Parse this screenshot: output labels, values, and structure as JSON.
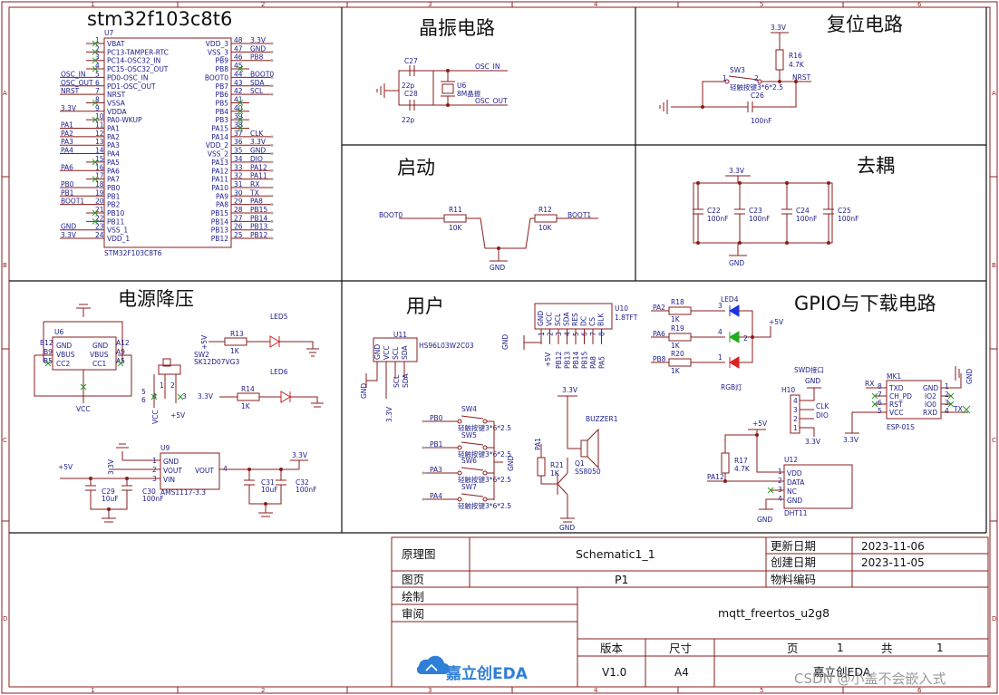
{
  "sections": {
    "mcu": "stm32f103c8t6",
    "crystal": "晶振电路",
    "reset": "复位电路",
    "boot": "启动",
    "decoupling": "去耦",
    "power": "电源降压",
    "user": "用户",
    "gpio": "GPIO与下载电路"
  },
  "mcu": {
    "ref": "U7",
    "part": "STM32F103C8T6",
    "left_pins": [
      "VBAT",
      "PC13-TAMPER-RTC",
      "PC14-OSC32_IN",
      "PC15-OSC32_OUT",
      "PD0-OSC_IN",
      "PD1-OSC_OUT",
      "NRST",
      "VSSA",
      "VDDA",
      "PA0-WKUP",
      "PA1",
      "PA2",
      "PA3",
      "PA4",
      "PA5",
      "PA6",
      "PA7",
      "PB0",
      "PB1",
      "PB2",
      "PB10",
      "PB11",
      "VSS_1",
      "VDD_1"
    ],
    "left_nums": [
      "1",
      "2",
      "3",
      "4",
      "5",
      "6",
      "7",
      "8",
      "9",
      "10",
      "11",
      "12",
      "13",
      "14",
      "15",
      "16",
      "17",
      "18",
      "19",
      "20",
      "21",
      "22",
      "23",
      "24"
    ],
    "left_nets": [
      "",
      "",
      "",
      "",
      "OSC_IN",
      "OSC_OUT",
      "NRST",
      "",
      "3.3V",
      "",
      "PA1",
      "PA2",
      "PA3",
      "PA4",
      "",
      "PA6",
      "",
      "PB0",
      "PB1",
      "BOOT1",
      "",
      "",
      "GND",
      "3.3V"
    ],
    "right_pins": [
      "VDD_3",
      "VSS_3",
      "PB9",
      "PB8",
      "BOOT0",
      "PB7",
      "PB6",
      "PB5",
      "PB4",
      "PB3",
      "PA15",
      "PA14",
      "VDD_2",
      "VSS_2",
      "PA13",
      "PA12",
      "PA11",
      "PA10",
      "PA9",
      "PA8",
      "PB15",
      "PB14",
      "PB13",
      "PB12"
    ],
    "right_nums": [
      "48",
      "47",
      "46",
      "45",
      "44",
      "43",
      "42",
      "41",
      "40",
      "39",
      "38",
      "37",
      "36",
      "35",
      "34",
      "33",
      "32",
      "31",
      "30",
      "29",
      "28",
      "27",
      "26",
      "25"
    ],
    "right_nets": [
      "3.3V",
      "GND",
      "PB8",
      "",
      "BOOT0",
      "SDA",
      "SCL",
      "",
      "",
      "",
      "",
      "CLK",
      "3.3V",
      "GND",
      "DIO",
      "PA12",
      "PA11",
      "RX",
      "TX",
      "PA8",
      "PB15",
      "PB14",
      "PB13",
      "PB12"
    ]
  },
  "crystal": {
    "c27": "C27",
    "c28": "C28",
    "c27_val": "22p",
    "c28_val": "22p",
    "xtal": "U6",
    "xtal_val": "8M晶振",
    "osc_in": "OSC_IN",
    "osc_out": "OSC_OUT"
  },
  "reset": {
    "vcc": "3.3V",
    "r16": "R16",
    "r16_val": "4.7K",
    "sw": "SW3",
    "sw_val": "轻触按键3*6*2.5",
    "c26": "C26",
    "c26_val": "100nF",
    "nrst": "NRST",
    "p1": "1",
    "p2": "2"
  },
  "boot": {
    "boot0": "BOOT0",
    "boot1": "BOOT1",
    "r11": "R11",
    "r11_val": "10K",
    "r12": "R12",
    "r12_val": "10K",
    "gnd": "GND"
  },
  "decoupling": {
    "vcc": "3.3V",
    "gnd": "GND",
    "caps": [
      {
        "ref": "C22",
        "val": "100nF"
      },
      {
        "ref": "C23",
        "val": "100nF"
      },
      {
        "ref": "C24",
        "val": "100nF"
      },
      {
        "ref": "C25",
        "val": "100nF"
      }
    ]
  },
  "power": {
    "u6": "U6",
    "usb_pins": [
      "GND",
      "VBUS",
      "CC2",
      "GND",
      "VBUS",
      "CC1"
    ],
    "usb_nums": [
      "B12",
      "B9",
      "B5",
      "A12",
      "A9",
      "A5"
    ],
    "vcc_lbl": "VCC",
    "sw2": "SW2",
    "sw2_val": "SK12D07VG3",
    "r13": "R13",
    "r13_val": "1K",
    "led5": "LED5",
    "v5": "+5V",
    "r14": "R14",
    "r14_val": "1K",
    "led6": "LED6",
    "v33": "3.3V",
    "sw_nums": [
      "5",
      "6",
      "4",
      "1",
      "2",
      "3"
    ],
    "sw_vcc": "VCC",
    "sw_5v": "+5V",
    "u9": "U9",
    "u9_part": "AMS1117-3.3",
    "u9_pins_left": [
      "GND",
      "VOUT",
      "VIN"
    ],
    "u9_nums_left": [
      "1",
      "2",
      "3"
    ],
    "u9_pin_right": "VOUT",
    "u9_num_right": "4",
    "in_5v": "+5V",
    "mid_33": "3.3V",
    "out_33": "3.3V",
    "c29": "C29",
    "c29_val": "10uF",
    "c30": "C30",
    "c30_val": "100nF",
    "c31": "C31",
    "c31_val": "10uF",
    "c32": "C32",
    "c32_val": "100nF"
  },
  "user": {
    "u11": "U11",
    "u11_part": "HS96L03W2C03",
    "u11_pins": [
      "GND",
      "VCC",
      "SCL",
      "SDA"
    ],
    "u11_gnd": "GND",
    "u11_vcc": "3.3V",
    "u11_scl": "SCL",
    "u11_sda": "SDA",
    "u10": "U10",
    "u10_part": "1.8TFT",
    "u10_pins": [
      "GND",
      "VCC",
      "SCL",
      "SDA",
      "RES",
      "DC",
      "CS",
      "BLK"
    ],
    "u10_nums": [
      "1",
      "2",
      "3",
      "4",
      "5",
      "6",
      "7",
      "8"
    ],
    "u10_gnd": "GND",
    "u10_vcc": "+5V",
    "u10_nets": [
      "PB12",
      "PB13",
      "PB14",
      "PB15",
      "PA8",
      "PA5"
    ],
    "buttons": [
      {
        "ref": "SW4",
        "net": "PB0",
        "val": "轻触按键3*6*2.5"
      },
      {
        "ref": "SW5",
        "net": "PB1",
        "val": "轻触按键3*6*2.5"
      },
      {
        "ref": "SW6",
        "net": "PA3",
        "val": "轻触按键3*6*2.5"
      },
      {
        "ref": "SW7",
        "net": "PA4",
        "val": "轻触按键3*6*2.5"
      }
    ],
    "btn_gnd": "GND",
    "buzzer": "BUZZER1",
    "b_v33": "3.3V",
    "r21": "R21",
    "r21_val": "1K",
    "q1": "Q1",
    "q1_val": "SS8050",
    "pa1": "PA1",
    "b_gnd": "GND"
  },
  "gpio": {
    "leds": [
      {
        "r": "R18",
        "rv": "1K",
        "net": "PA2",
        "led": "LED4",
        "color": "#2233dd"
      },
      {
        "r": "R19",
        "rv": "1K",
        "net": "PA6",
        "led": "",
        "color": "#22aa22"
      },
      {
        "r": "R20",
        "rv": "1K",
        "net": "PB8",
        "led": "RGB灯",
        "color": "#dd2222"
      }
    ],
    "led_nums": [
      "3",
      "4",
      "1"
    ],
    "led_5v": "+5V",
    "led_common": "2",
    "swd_title": "SWD接口",
    "swd_ref": "H10",
    "swd_gnd": "GND",
    "swd_nets": [
      "CLK",
      "DIO"
    ],
    "swd_v33": "3.3V",
    "swd_nums": [
      "4",
      "3",
      "2",
      "1"
    ],
    "mk1": "MK1",
    "esp_part": "ESP-01S",
    "esp_left": [
      "TXD",
      "CH_PD",
      "RST",
      "VCC"
    ],
    "esp_right": [
      "GND",
      "IO2",
      "IO0",
      "RXD"
    ],
    "esp_nums_l": [
      "8",
      "7",
      "6",
      "5"
    ],
    "esp_nums_r": [
      "1",
      "2",
      "3",
      "4"
    ],
    "esp_rx": "RX",
    "esp_tx": "TX",
    "esp_gnd": "GND",
    "esp_v33": "3.3V",
    "u12": "U12",
    "dht_part": "DHT11",
    "dht_pins": [
      "VDD",
      "DATA",
      "NC",
      "GND"
    ],
    "dht_nums": [
      "1",
      "2",
      "3",
      "4"
    ],
    "r17": "R17",
    "r17_val": "4.7K",
    "dht_5v": "+5V",
    "dht_pa12": "PA12",
    "dht_gnd": "GND"
  },
  "title_block": {
    "l_schematic": "原理图",
    "v_schematic": "Schematic1_1",
    "l_update": "更新日期",
    "v_update": "2023-11-06",
    "l_create": "创建日期",
    "v_create": "2023-11-05",
    "l_page": "图页",
    "v_page": "P1",
    "l_bom": "物料编码",
    "v_bom": "",
    "l_draw": "绘制",
    "l_review": "审阅",
    "project": "mqtt_freertos_u2g8",
    "l_version": "版本",
    "l_size": "尺寸",
    "l_page2": "页",
    "v_page2": "1",
    "l_total": "共",
    "v_total": "1",
    "v_version": "V1.0",
    "v_size": "A4",
    "logo": "嘉立创EDA",
    "company": "嘉立创EDA",
    "watermark": "CSDN @小盖不会嵌入式"
  },
  "ruler": {
    "cols": [
      "1",
      "2",
      "3",
      "4",
      "5",
      "6"
    ],
    "rows": [
      "A",
      "B",
      "C",
      "D"
    ]
  }
}
